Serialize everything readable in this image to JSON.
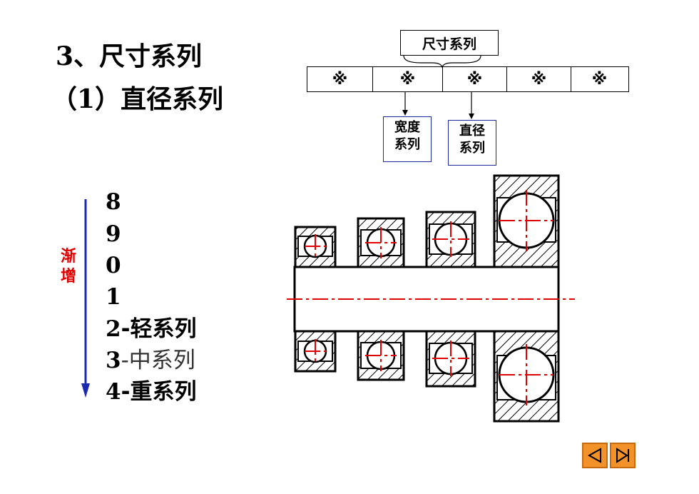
{
  "slide": {
    "heading": "3、尺寸系列",
    "subheading": "（1）直径系列"
  },
  "code_table": {
    "label": "尺寸系列",
    "cells": [
      "※",
      "※",
      "※",
      "※",
      "※"
    ],
    "width_series_label": [
      "宽度",
      "系列"
    ],
    "diameter_series_label": [
      "直径",
      "系列"
    ]
  },
  "series_list": {
    "trend_label": [
      "渐",
      "增"
    ],
    "items": [
      {
        "code": "8",
        "name": ""
      },
      {
        "code": "9",
        "name": ""
      },
      {
        "code": "0",
        "name": ""
      },
      {
        "code": "1",
        "name": ""
      },
      {
        "code": "2",
        "name": "-轻系列"
      },
      {
        "code": "3",
        "name": "-中系列"
      },
      {
        "code": "4",
        "name": "-重系列"
      }
    ]
  },
  "colors": {
    "centerline": "#e00000",
    "arrow": "#1a2ab0",
    "box_border": "#1a2a9c",
    "nav_button": "#f4922a"
  },
  "nav": {
    "prev_icon": "triangle-left-icon",
    "next_icon": "triangle-right-bar-icon"
  }
}
